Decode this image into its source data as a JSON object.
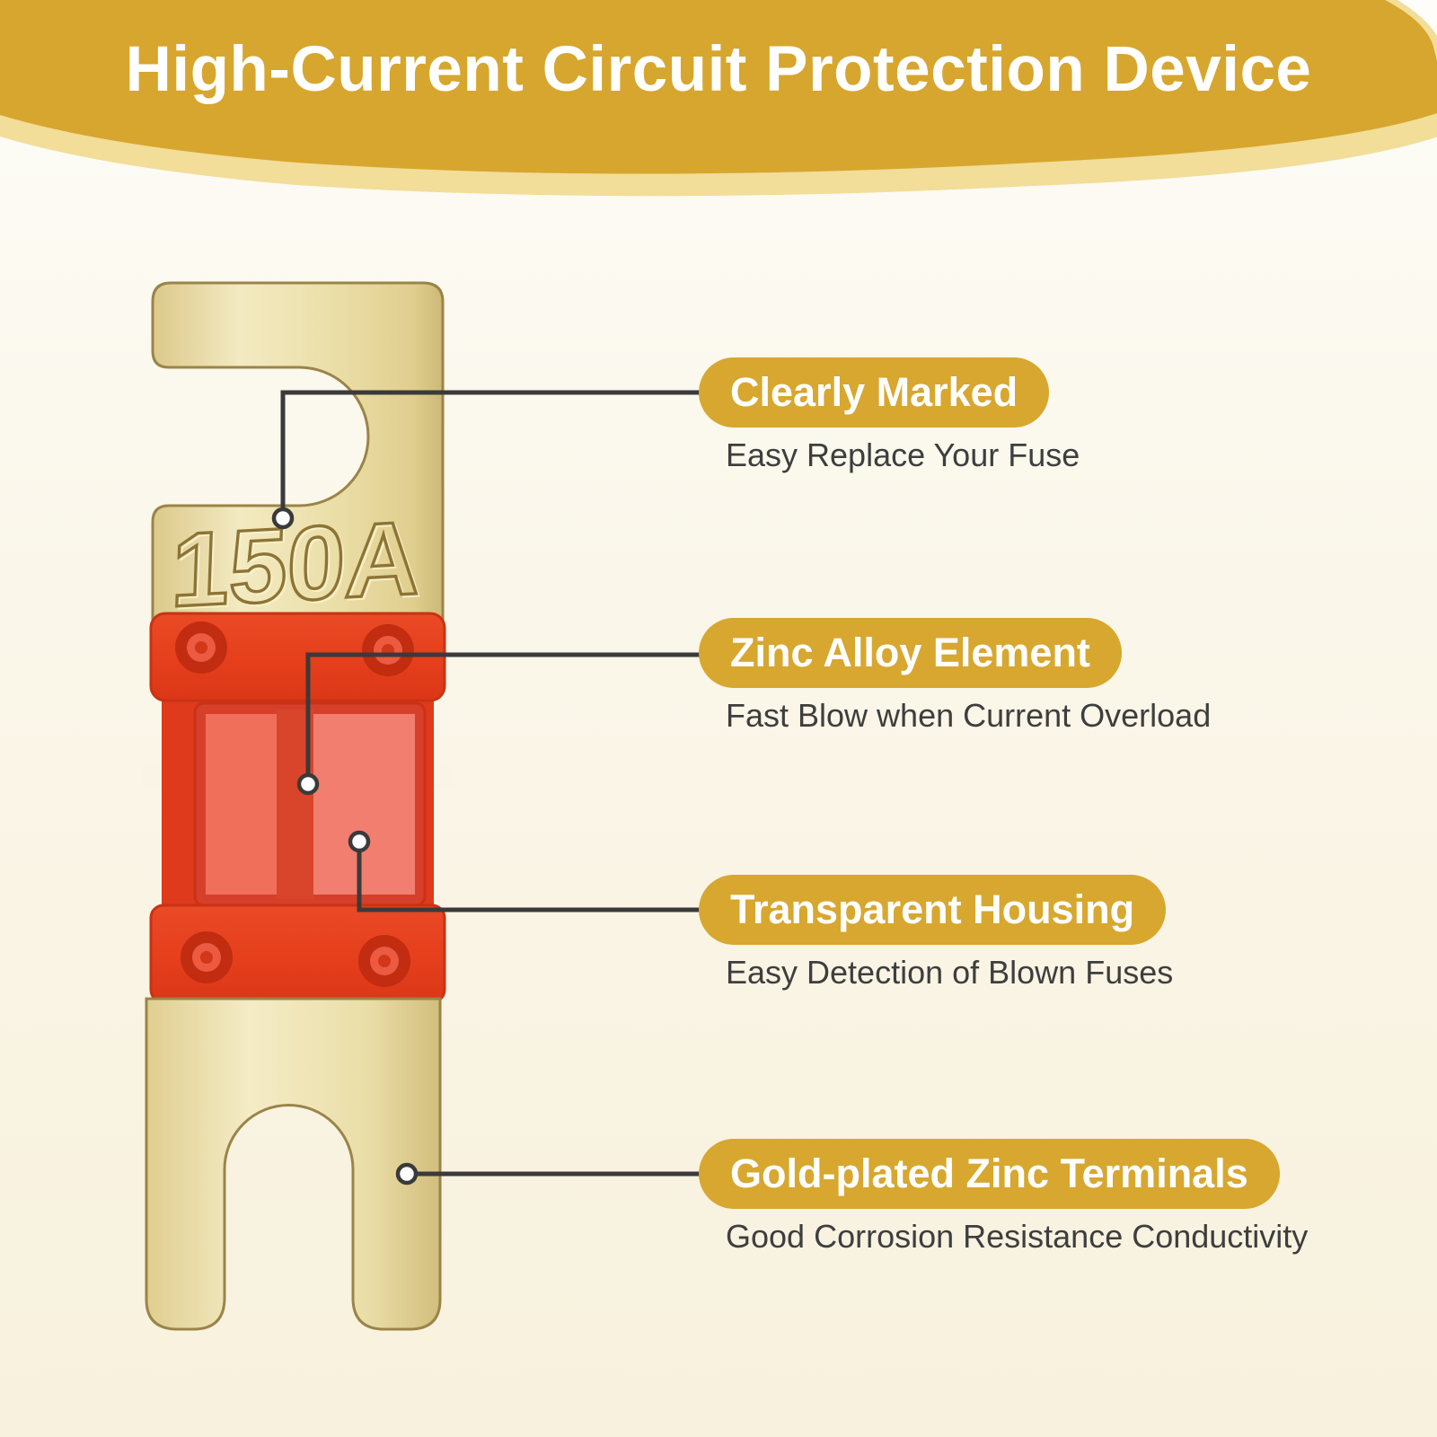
{
  "banner": {
    "title": "High-Current Circuit Protection Device",
    "background_color": "#D7A62E",
    "edge_band_color": "#F2DD99",
    "title_color": "#FFFFFF"
  },
  "product": {
    "rating_label": "150A",
    "terminal_gold_color": "#EDE0A8",
    "housing_red_color": "#E6401D",
    "window_red_color": "#EF7261"
  },
  "callouts": [
    {
      "label": "Clearly Marked",
      "description": "Easy Replace Your Fuse"
    },
    {
      "label": "Zinc Alloy Element",
      "description": "Fast Blow when Current Overload"
    },
    {
      "label": "Transparent Housing",
      "description": "Easy Detection of Blown Fuses"
    },
    {
      "label": "Gold-plated Zinc Terminals",
      "description": "Good Corrosion Resistance Conductivity"
    }
  ],
  "styles": {
    "pill_color": "#D7A72F",
    "pill_text_color": "#FFFFFF",
    "description_text_color": "#3E3E3E",
    "connector_color": "#3A3A3A"
  }
}
